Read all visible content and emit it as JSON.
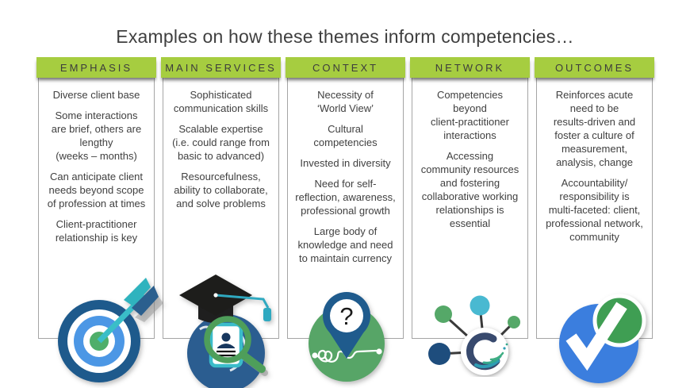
{
  "slide": {
    "title": "Examples on how these themes inform competencies…"
  },
  "columns": [
    {
      "header": "EMPHASIS",
      "icon": "target-arrow-icon",
      "paragraphs": [
        "Diverse client base",
        "Some interactions\nare brief, others are\nlengthy\n(weeks – months)",
        "Can anticipate client\nneeds beyond scope\nof profession at times",
        "Client-practitioner\nrelationship is key"
      ]
    },
    {
      "header": "MAIN SERVICES",
      "icon": "graduation-globe-search-icon",
      "paragraphs": [
        "Sophisticated\ncommunication skills",
        "Scalable expertise\n(i.e. could range from\nbasic to advanced)",
        "Resourcefulness,\nability to collaborate,\nand solve problems"
      ]
    },
    {
      "header": "CONTEXT",
      "icon": "map-pin-question-icon",
      "paragraphs": [
        "Necessity of\n‘World View’",
        "Cultural\ncompetencies",
        "Invested in diversity",
        "Need for self-\nreflection, awareness,\nprofessional growth",
        "Large body of\nknowledge and need\nto maintain currency"
      ]
    },
    {
      "header": "NETWORK",
      "icon": "network-hub-icon",
      "paragraphs": [
        "Competencies\nbeyond\nclient-practitioner\ninteractions",
        "Accessing\ncommunity resources\nand fostering\ncollaborative working\nrelationships is\nessential"
      ]
    },
    {
      "header": "OUTCOMES",
      "icon": "double-circle-checkmark-icon",
      "paragraphs": [
        "Reinforces acute\nneed to be\nresults-driven and\nfoster a culture of\nmeasurement,\nanalysis, change",
        "Accountability/\nresponsibility is\nmulti-faceted: client,\nprofessional network,\ncommunity"
      ]
    }
  ],
  "colors": {
    "header_green": "#a6cd40",
    "body_text": "#404040",
    "navy": "#1f5b8d",
    "bright_blue": "#4c97e5",
    "teal": "#38bcc6",
    "accent_green": "#4fae6a",
    "check_blue": "#3b7ede",
    "check_green": "#3f9e53"
  }
}
